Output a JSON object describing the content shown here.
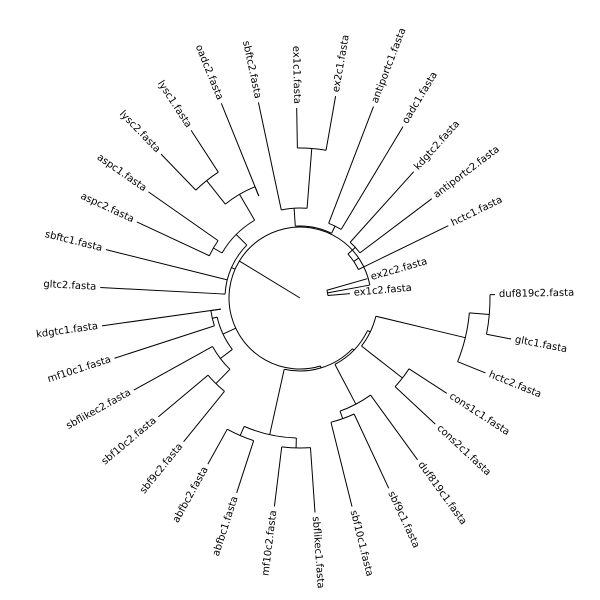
{
  "tree": {
    "line_color": "#000000",
    "text_color": "#000000",
    "background": "#ffffff",
    "leaves": [
      {
        "id": "duf819c2",
        "label": "duf819c2.fasta",
        "ang": 1
      },
      {
        "id": "gltc1",
        "label": "gltc1.fasta",
        "ang": -11
      },
      {
        "id": "hctc2",
        "label": "hctc2.fasta",
        "ang": -22
      },
      {
        "id": "cons1c1",
        "label": "cons1c1.fasta",
        "ang": -33
      },
      {
        "id": "cons2c1",
        "label": "cons2c1.fasta",
        "ang": -43
      },
      {
        "id": "duf819c1",
        "label": "duf819c1.fasta",
        "ang": -54
      },
      {
        "id": "sbf9c1",
        "label": "sbf9c1.fasta",
        "ang": -65
      },
      {
        "id": "sbf10c1",
        "label": "sbf10c1.fasta",
        "ang": -76
      },
      {
        "id": "sbflikec1",
        "label": "sbflikec1.fasta",
        "ang": -86
      },
      {
        "id": "mf10c2",
        "label": "mf10c2.fasta",
        "ang": -97
      },
      {
        "id": "abfbc1",
        "label": "abfbc1.fasta",
        "ang": -108
      },
      {
        "id": "abfbc2",
        "label": "abfbc2.fasta",
        "ang": -119
      },
      {
        "id": "sbf9c2",
        "label": "sbf9c2.fasta",
        "ang": -129
      },
      {
        "id": "sbf10c2",
        "label": "sbf10c2.fasta",
        "ang": -140
      },
      {
        "id": "sbflikec2",
        "label": "sbflikec2.fasta",
        "ang": -151
      },
      {
        "id": "mf10c1",
        "label": "mf10c1.fasta",
        "ang": -162
      },
      {
        "id": "kdgtc1",
        "label": "kdgtc1.fasta",
        "ang": -172
      },
      {
        "id": "gltc2",
        "label": "gltc2.fasta",
        "ang": 177
      },
      {
        "id": "sbftc1",
        "label": "sbftc1.fasta",
        "ang": 166
      },
      {
        "id": "aspc2",
        "label": "aspc2.fasta",
        "ang": 155
      },
      {
        "id": "aspc1",
        "label": "aspc1.fasta",
        "ang": 145
      },
      {
        "id": "lysc2",
        "label": "lysc2.fasta",
        "ang": 134
      },
      {
        "id": "lysc1",
        "label": "lysc1.fasta",
        "ang": 123
      },
      {
        "id": "oadc2",
        "label": "oadc2.fasta",
        "ang": 112
      },
      {
        "id": "sbftc2",
        "label": "sbftc2.fasta",
        "ang": 102
      },
      {
        "id": "ex1c1",
        "label": "ex1c1.fasta",
        "ang": 91
      },
      {
        "id": "ex2c1",
        "label": "ex2c1.fasta",
        "ang": 80
      },
      {
        "id": "antiportc1",
        "label": "antiportc1.fasta",
        "ang": 69
      },
      {
        "id": "oadc1",
        "label": "oadc1.fasta",
        "ang": 59
      },
      {
        "id": "kdgtc2",
        "label": "kdgtc2.fasta",
        "ang": 48
      },
      {
        "id": "antiportc2",
        "label": "antiportc2.fasta",
        "ang": 37
      },
      {
        "id": "hctc1",
        "label": "hctc1.fasta",
        "ang": 26
      },
      {
        "id": "ex2c2",
        "label": "ex2c2.fasta",
        "ang": 16
      },
      {
        "id": "ex1c2",
        "label": "ex1c2.fasta",
        "ang": 5
      }
    ]
  }
}
